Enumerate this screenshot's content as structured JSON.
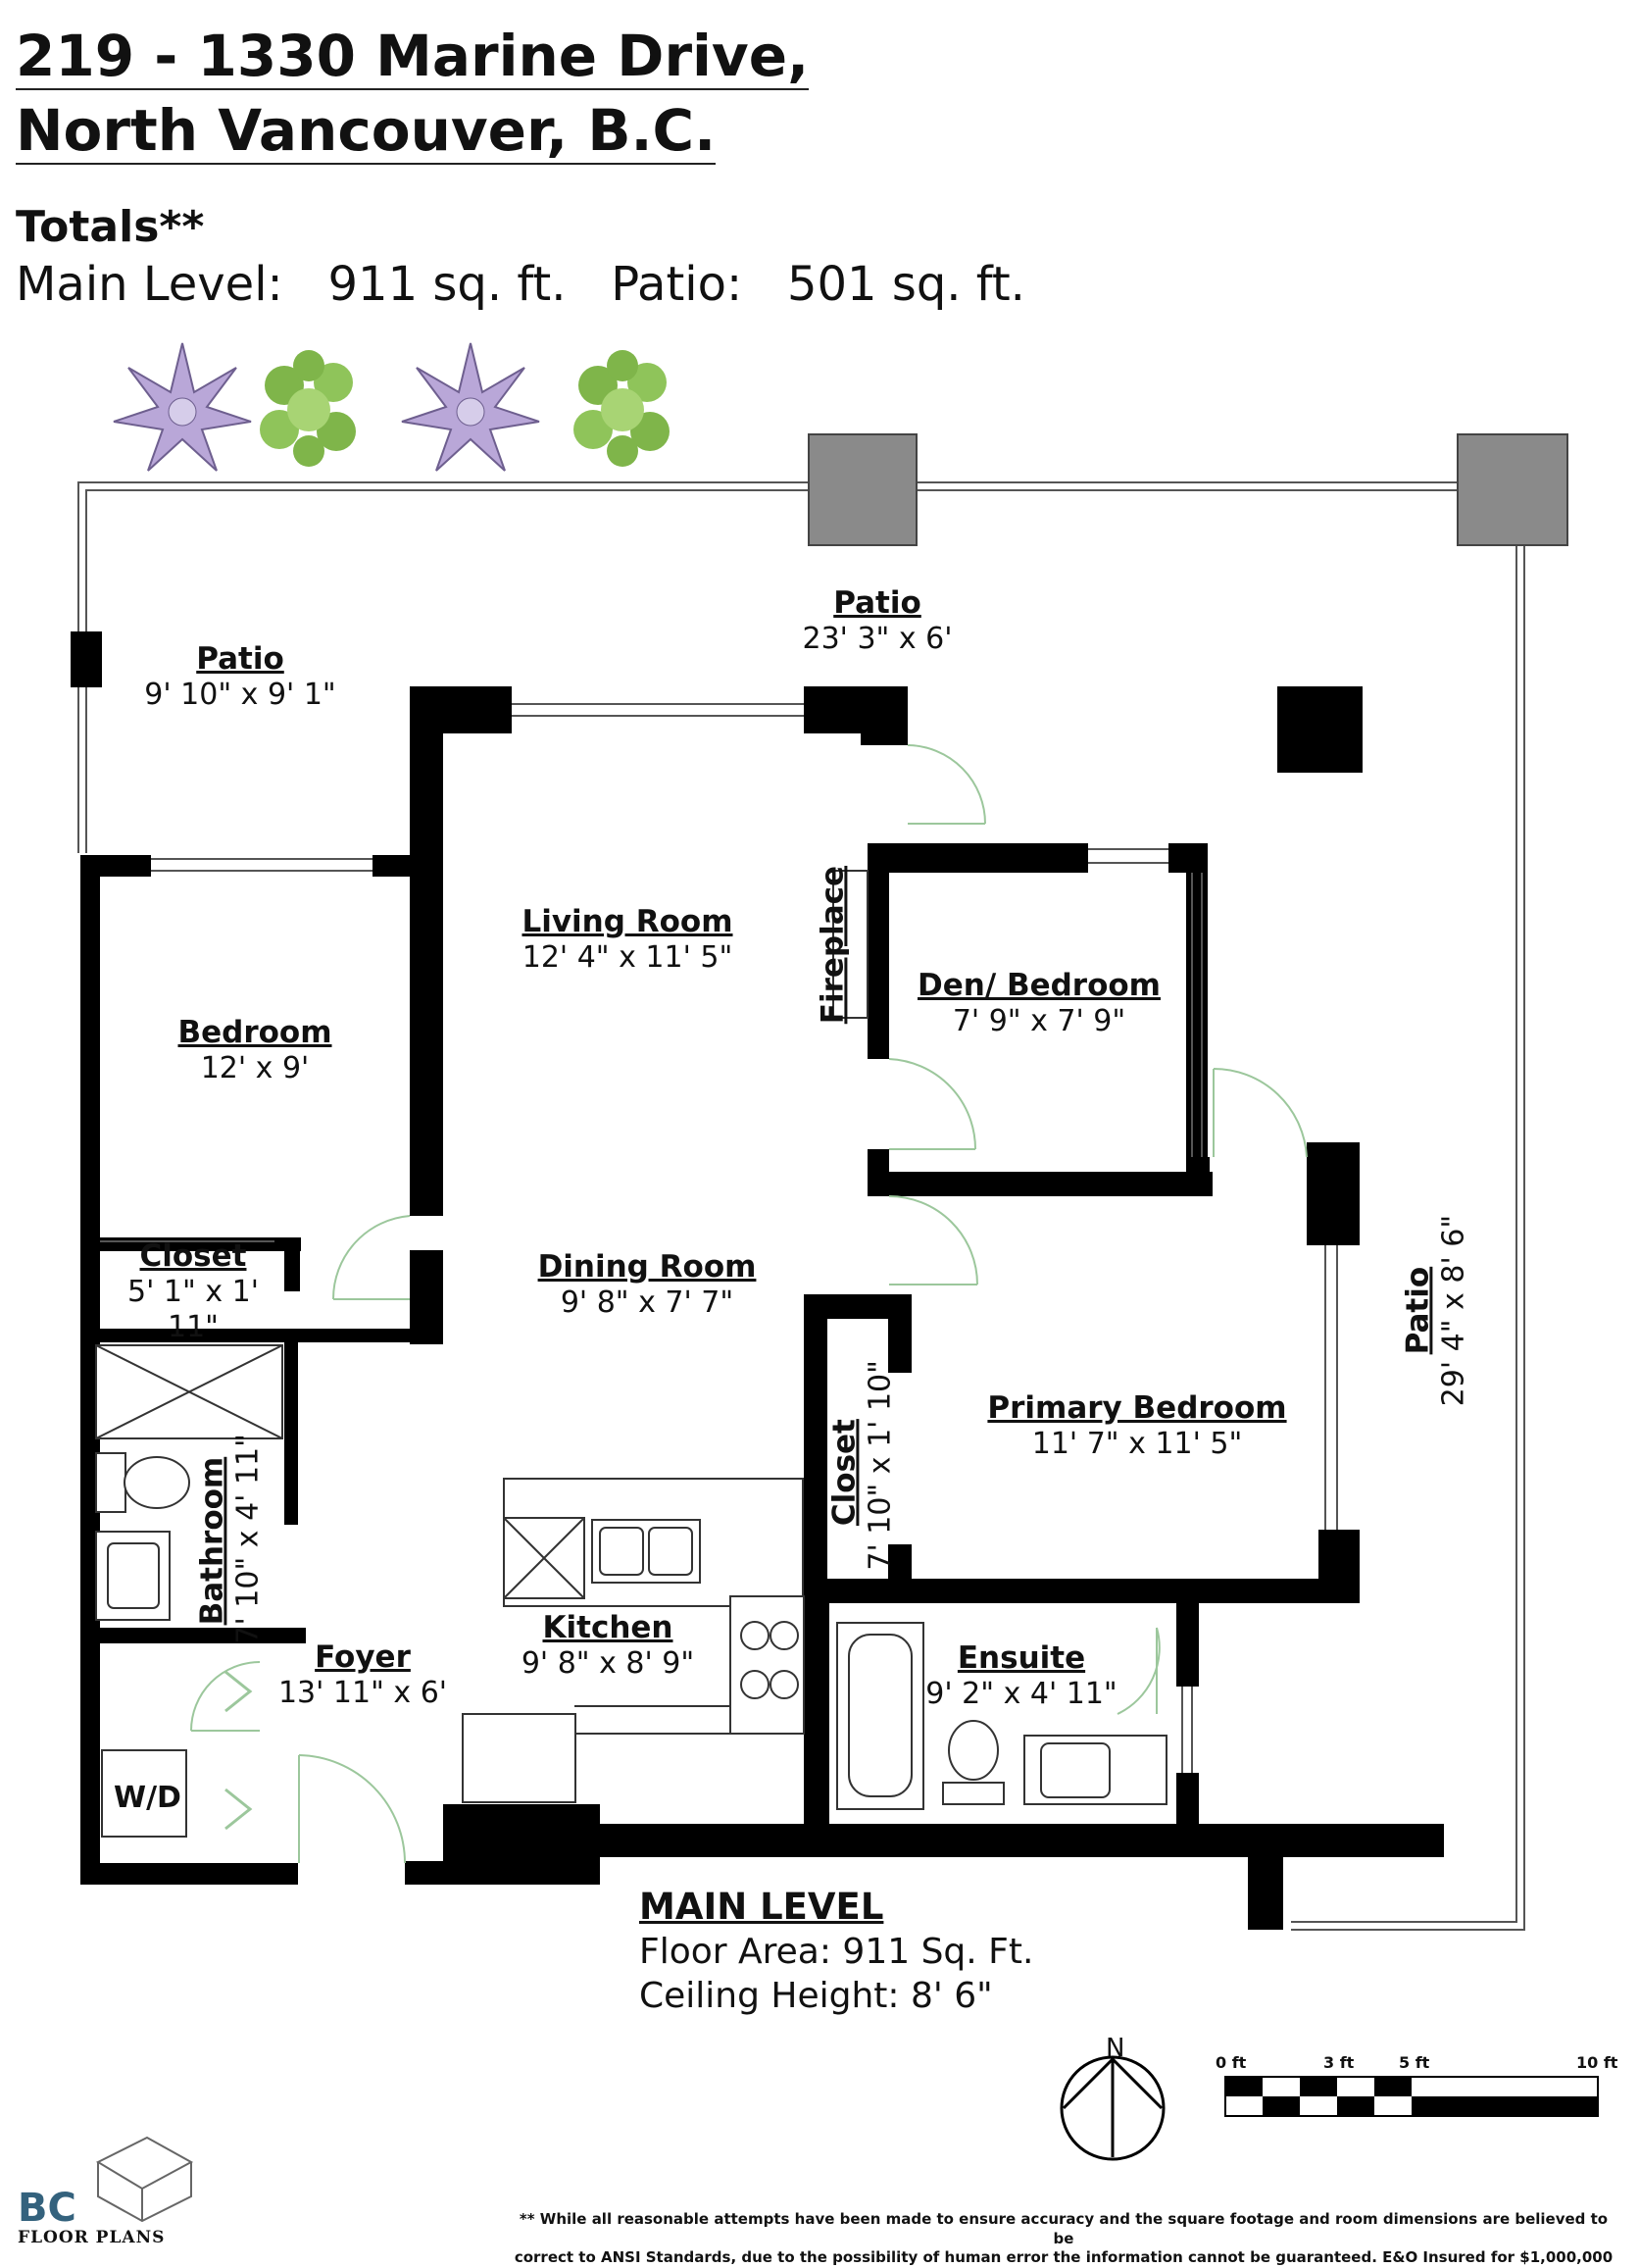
{
  "header": {
    "address_line1": "219 - 1330 Marine Drive,",
    "address_line2": "North Vancouver, B.C.",
    "totals_label": "Totals**",
    "totals_line": "Main Level:   911 sq. ft.   Patio:   501 sq. ft."
  },
  "rooms": {
    "patio_left": {
      "name": "Patio",
      "dims": "9' 10\" x 9' 1\""
    },
    "patio_top": {
      "name": "Patio",
      "dims": "23' 3\" x 6'"
    },
    "patio_right": {
      "name": "Patio",
      "dims": "29' 4\" x 8' 6\""
    },
    "living_room": {
      "name": "Living Room",
      "dims": "12' 4\" x 11' 5\""
    },
    "fireplace": {
      "name": "Fireplace"
    },
    "den_bedroom": {
      "name": "Den/ Bedroom",
      "dims": "7' 9\" x 7' 9\""
    },
    "bedroom": {
      "name": "Bedroom",
      "dims": "12' x 9'"
    },
    "closet_left": {
      "name": "Closet",
      "dims": "5' 1\" x 1' 11\""
    },
    "dining_room": {
      "name": "Dining Room",
      "dims": "9' 8\" x 7' 7\""
    },
    "bathroom": {
      "name": "Bathroom",
      "dims": "7' 10\" x 4' 11\""
    },
    "closet_primary": {
      "name": "Closet",
      "dims": "7' 10\" x 1' 10\""
    },
    "primary_bedroom": {
      "name": "Primary Bedroom",
      "dims": "11' 7\" x 11' 5\""
    },
    "kitchen": {
      "name": "Kitchen",
      "dims": "9' 8\" x 8' 9\""
    },
    "foyer": {
      "name": "Foyer",
      "dims": "13' 11\" x 6'"
    },
    "ensuite": {
      "name": "Ensuite",
      "dims": "9' 2\" x 4' 11\""
    },
    "wd": {
      "name": "W/D"
    }
  },
  "summary": {
    "heading": "MAIN LEVEL",
    "floor_area": "Floor Area: 911 Sq. Ft.",
    "ceiling_height": "Ceiling Height: 8' 6\""
  },
  "compass": {
    "north_label": "N"
  },
  "scale": {
    "labels": [
      "0 ft",
      "3 ft",
      "5 ft",
      "10 ft"
    ]
  },
  "logo": {
    "bc": "BC",
    "text": "FLOOR PLANS"
  },
  "disclaimer": {
    "line1": "** While all reasonable attempts have been made to ensure accuracy and the square footage and room dimensions are believed to be",
    "line2": "correct to ANSI Standards, due to the possibility of human error the information cannot be guaranteed. E&O Insured for $1,000,000"
  },
  "colors": {
    "wall": "#000000",
    "column": "#8a8a8a",
    "door_arc": "#9cc79c",
    "plant_purple": "#b9a7d8",
    "plant_green": "#7fb54a",
    "logo_blue": "#34627d"
  }
}
